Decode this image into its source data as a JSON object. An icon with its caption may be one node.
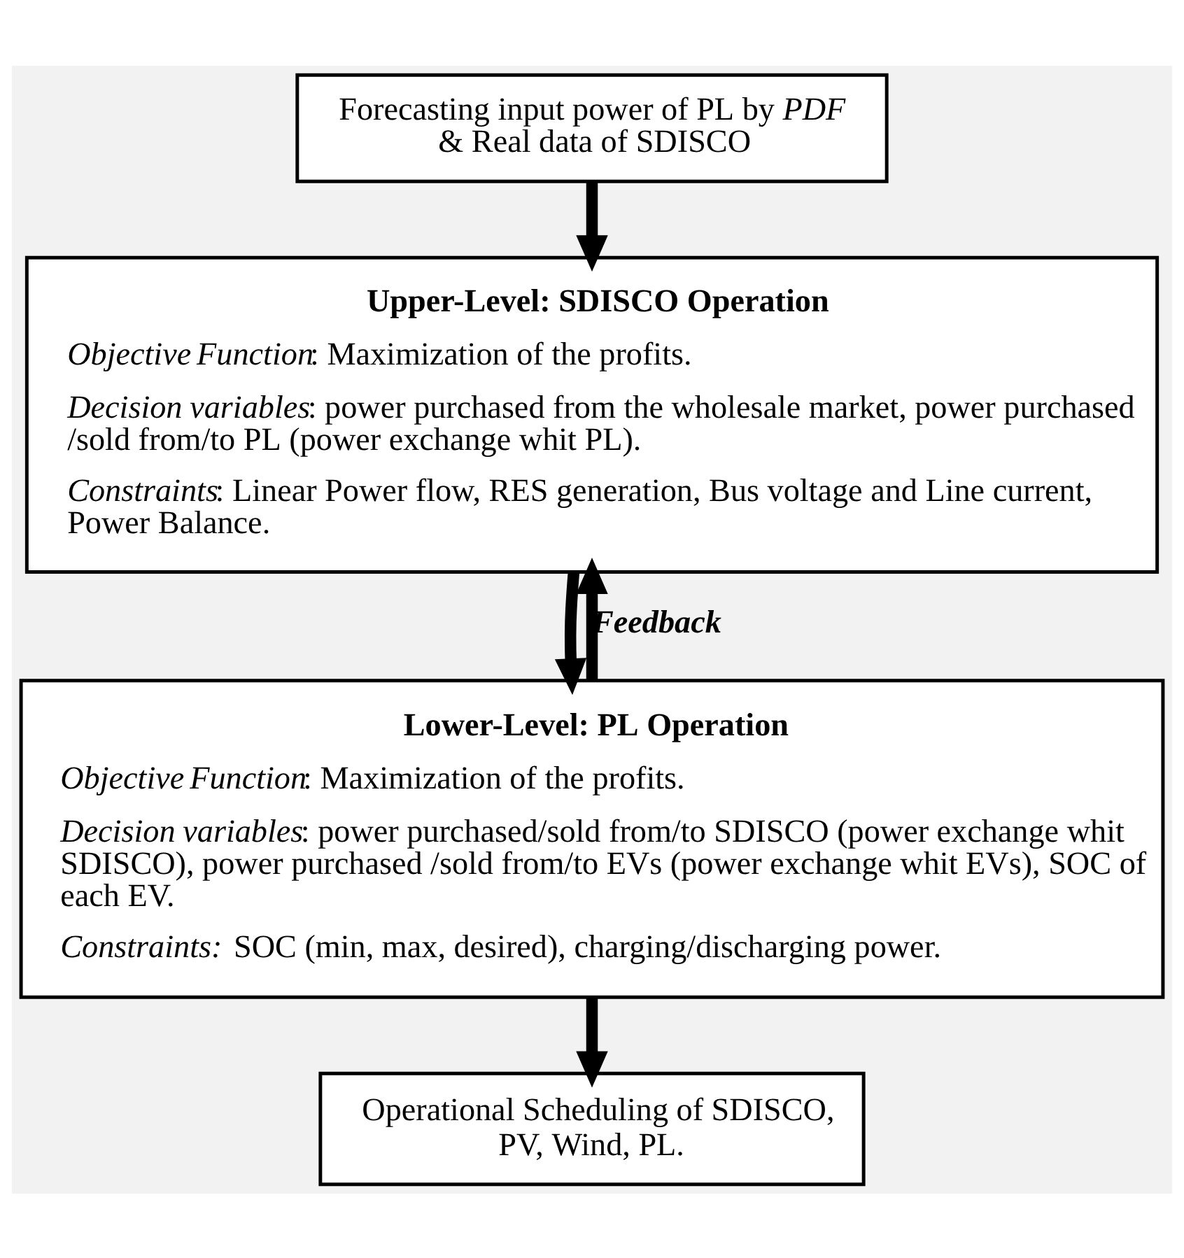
{
  "diagram": {
    "nodes": [
      {
        "text": [
          "Forecasting input power of PL by *PDF* & Real data of SDISCO"
        ]
      },
      {
        "text": [
          "Upper-Level: SDISCO Operation",
          "*Objective Function*:  Maximization of the profits.",
          "*Decision variables*: power purchased from the wholesale market, power purchased /sold from/to PL (power exchange whit PL).",
          "*Constraints*: Linear Power flow, RES generation, Bus voltage and Line current, Power Balance."
        ]
      },
      {
        "text": [
          "Lower-Level: PL Operation",
          "*Objective Function*:  Maximization of the profits.",
          "*Decision variables*: power purchased/sold from/to SDISCO (power exchange whit SDISCO), power purchased /sold from/to EVs (power exchange whit EVs), SOC of each EV.",
          "*Constraints:* SOC (min, max, desired), charging/discharging power."
        ]
      },
      {
        "text": [
          "Operational Scheduling of SDISCO, PV, Wind, PL."
        ]
      }
    ],
    "edges": [
      {
        "from": 0,
        "to": 1,
        "arrow": "to"
      },
      {
        "from": 1,
        "to": 2,
        "arrow": "to"
      },
      {
        "from": 2,
        "to": 1,
        "arrow": "to",
        "label": "Feedback"
      },
      {
        "from": 2,
        "to": 3,
        "arrow": "to"
      }
    ]
  }
}
